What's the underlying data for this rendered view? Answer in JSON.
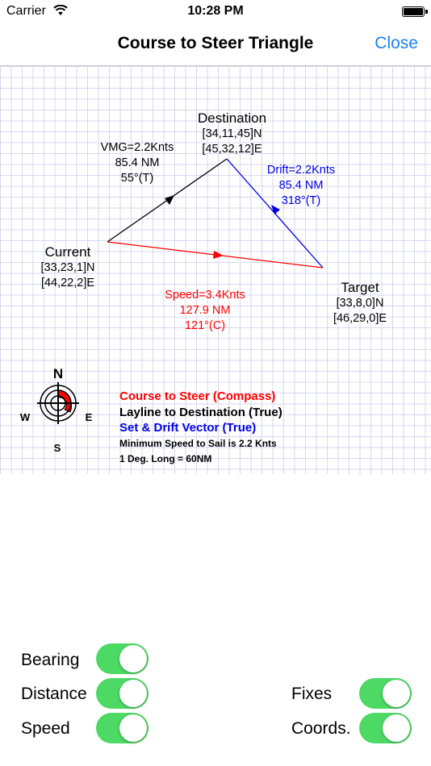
{
  "status_bar": {
    "carrier": "Carrier",
    "time": "10:28 PM"
  },
  "nav": {
    "title": "Course to Steer Triangle",
    "close_label": "Close"
  },
  "diagram": {
    "destination": {
      "name": "Destination",
      "lat": "[34,11,45]N",
      "lon": "[45,32,12]E"
    },
    "current": {
      "name": "Current",
      "lat": "[33,23,1]N",
      "lon": "[44,22,2]E"
    },
    "target": {
      "name": "Target",
      "lat": "[33,8,0]N",
      "lon": "[46,29,0]E"
    },
    "vmg": {
      "line1": "VMG=2.2Knts",
      "line2": "85.4 NM",
      "line3": "55°(T)"
    },
    "drift": {
      "line1": "Drift=2.2Knts",
      "line2": "85.4 NM",
      "line3": "318°(T)"
    },
    "speed": {
      "line1": "Speed=3.4Knts",
      "line2": "127.9 NM",
      "line3": "121°(C)"
    },
    "colors": {
      "course": "#ff0000",
      "layline": "#000000",
      "drift": "#0000e6"
    }
  },
  "compass": {
    "north": "N",
    "south": "S",
    "east": "E",
    "west": "W"
  },
  "legend": {
    "course": "Course to Steer (Compass)",
    "layline": "Layline to Destination (True)",
    "drift": "Set & Drift Vector (True)",
    "min_speed": "Minimum Speed to Sail is 2.2 Knts",
    "long": "1 Deg. Long = 60NM"
  },
  "toggles": {
    "bearing": {
      "label": "Bearing",
      "on": true
    },
    "distance": {
      "label": "Distance",
      "on": true
    },
    "speed": {
      "label": "Speed",
      "on": true
    },
    "fixes": {
      "label": "Fixes",
      "on": true
    },
    "coords": {
      "label": "Coords.",
      "on": true
    }
  }
}
